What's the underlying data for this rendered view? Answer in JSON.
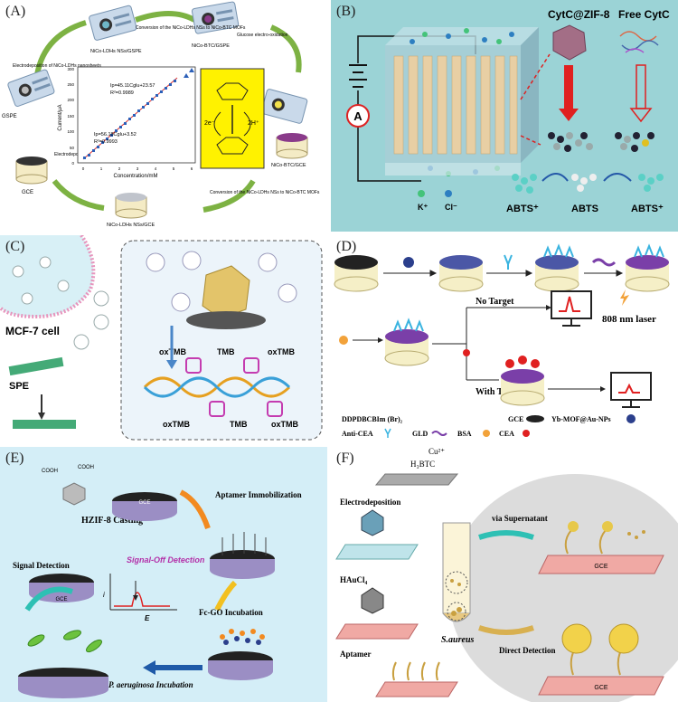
{
  "panels": {
    "A": {
      "label": "(A)",
      "steps": {
        "s1": "Electrodeposition of NiCo-LDHs nanosheets",
        "s2": "NiCo-LDHs NSs/GSPE",
        "s3": "Conversion of the NiCo-LDHs NSs to NiCo-BTC MOFs",
        "s4": "NiCo-BTC/GSPE",
        "s5": "Glucose electro-oxidation",
        "s6": "GSPE",
        "s7": "GCE",
        "s8": "Electrodeposition of NiCo-LDHs nanosheets",
        "s9": "NiCo-LDHs NSs/GCE",
        "s10": "Conversion of the NiCo-LDHs NSs to NiCo-BTC MOFs",
        "s11": "NiCo-BTC/GCE"
      },
      "plot": {
        "ylabel": "Current/μA",
        "xlabel": "Concentration/mM",
        "eq1": "Ip=45.11Cglu+23.57",
        "r1": "R²=0.9989",
        "eq2": "Ip=56.18Cglu+3.52",
        "r2": "R²=0.9993",
        "yticks": [
          "0",
          "50",
          "100",
          "150",
          "200",
          "250",
          "300"
        ],
        "xticks": [
          "0",
          "1",
          "2",
          "3",
          "4",
          "5",
          "6"
        ]
      },
      "reaction": {
        "e": "2e⁻",
        "h": "2H⁺"
      }
    },
    "B": {
      "label": "(B)",
      "cytc_zif": "CytC@ZIF-8",
      "free_cytc": "Free CytC",
      "ammeter": "A",
      "kplus": "K⁺",
      "clminus": "Cl⁻",
      "abts_left": "ABTS⁺",
      "abts_mid": "ABTS",
      "abts_right": "ABTS⁺"
    },
    "C": {
      "label": "(C)",
      "cell": "MCF-7 cell",
      "spe": "SPE",
      "tmb_labels": [
        "oxTMB",
        "TMB",
        "oxTMB",
        "oxTMB",
        "TMB",
        "oxTMB"
      ]
    },
    "D": {
      "label": "(D)",
      "no_target": "No Target",
      "with_target": "With Target",
      "laser": "808 nm laser",
      "legend": {
        "ddpd": "DDPDBCBIm (Br)₂",
        "gce": "GCE",
        "yb": "Yb-MOF@Au-NPs",
        "anti": "Anti-CEA",
        "gld": "GLD",
        "bsa": "BSA",
        "cea": "CEA"
      }
    },
    "E": {
      "label": "(E)",
      "hzif": "HZIF-8 Casting",
      "aptamer": "Aptamer Immobilization",
      "signal_off": "Signal-Off Detection",
      "signal_det": "Signal Detection",
      "fcgo": "Fc-GO Incubation",
      "pae": "P. aeruginosa Incubation",
      "gce": "GCE",
      "axis_i": "i",
      "axis_e": "E",
      "cooh": "COOH"
    },
    "F": {
      "label": "(F)",
      "cu": "Cu²⁺",
      "h3btc": "H₃BTC",
      "electrodep": "Electrodeposition",
      "haucl4": "HAuCl₄",
      "aptamer": "Aptamer",
      "supernatant": "via Supernatant",
      "saureus": "S.aureus",
      "direct": "Direct Detection",
      "gce": "GCE"
    }
  },
  "colors": {
    "panelB_bg": "#9bd3d6",
    "panelE_bg": "#d4eef7",
    "panelD_bg": "#ffffff",
    "yellow": "#fff200",
    "pink": "#e2a8c5"
  }
}
